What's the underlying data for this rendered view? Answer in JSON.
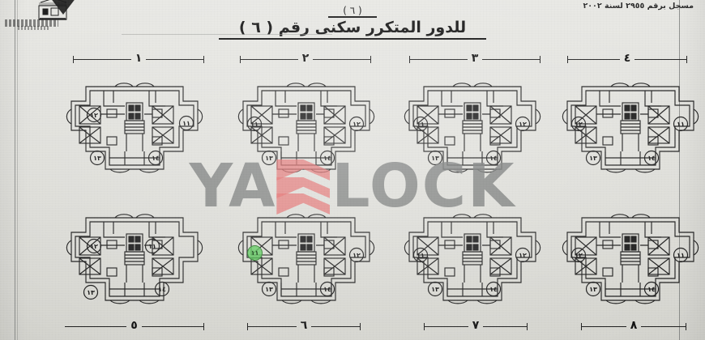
{
  "document": {
    "registration_note": "مسجل برقم ٢٩٥٥ لسنة ٢٠٠٢",
    "title_top": "( ٦ )",
    "title_main": "للدور المتكرر سكنى رقم ( ٦ )",
    "logo_caption": "مكتب استشارات هندسية",
    "sheet_kind": "architectural-floor-plan-sheet",
    "paper_color": "#dcdcd6",
    "ink_color": "#1a1a1a"
  },
  "watermark": {
    "text_left": "YA",
    "text_right": "LOCK",
    "mark_name": "chevron-stack-logo",
    "text_color": "#767978",
    "mark_color": "#e26868"
  },
  "plans": {
    "top_row_labels": [
      "١",
      "٢",
      "٣",
      "٤"
    ],
    "bottom_row_labels": [
      "٥",
      "٦",
      "٧",
      "٨"
    ],
    "items": [
      {
        "id": "plan-1",
        "label": "١",
        "row": "top",
        "units": [
          "١٢",
          "١١",
          "١٣",
          "١٤"
        ],
        "highlight": null
      },
      {
        "id": "plan-2",
        "label": "٢",
        "row": "top",
        "units": [
          "١١",
          "١٢",
          "١٣",
          "١٤"
        ],
        "highlight": null
      },
      {
        "id": "plan-3",
        "label": "٣",
        "row": "top",
        "units": [
          "١١",
          "١٢",
          "١٣",
          "١٤"
        ],
        "highlight": null
      },
      {
        "id": "plan-4",
        "label": "٤",
        "row": "top",
        "units": [
          "١٢",
          "١١",
          "١٣",
          "١٤"
        ],
        "highlight": null
      },
      {
        "id": "plan-5",
        "label": "٥",
        "row": "bottom",
        "units": [
          "١٢",
          "١١",
          "١٣",
          "١٤"
        ],
        "highlight": null
      },
      {
        "id": "plan-6",
        "label": "٦",
        "row": "bottom",
        "units": [
          "١١",
          "١٢",
          "١٣",
          "١٤"
        ],
        "highlight": {
          "unit": "١١",
          "color": "#56c856"
        }
      },
      {
        "id": "plan-7",
        "label": "٧",
        "row": "bottom",
        "units": [
          "١١",
          "١٢",
          "١٣",
          "١٤"
        ],
        "highlight": null
      },
      {
        "id": "plan-8",
        "label": "٨",
        "row": "bottom",
        "units": [
          "١٢",
          "١١",
          "١٣",
          "١٤"
        ],
        "highlight": null
      }
    ]
  }
}
